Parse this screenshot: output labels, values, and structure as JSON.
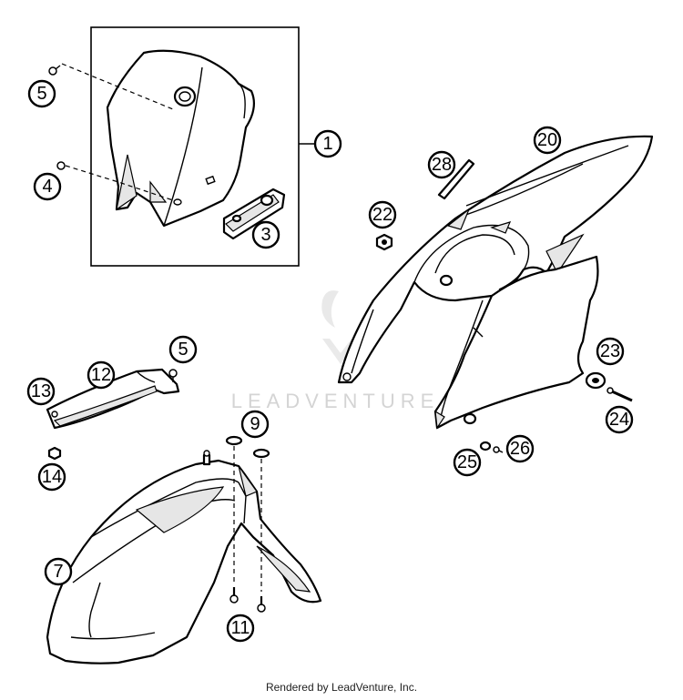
{
  "watermark": "LEADVENTURE",
  "footer": "Rendered by LeadVenture, Inc.",
  "callouts": [
    "1",
    "3",
    "4",
    "5",
    "5",
    "7",
    "9",
    "11",
    "12",
    "13",
    "14",
    "20",
    "22",
    "23",
    "24",
    "25",
    "26",
    "28"
  ]
}
